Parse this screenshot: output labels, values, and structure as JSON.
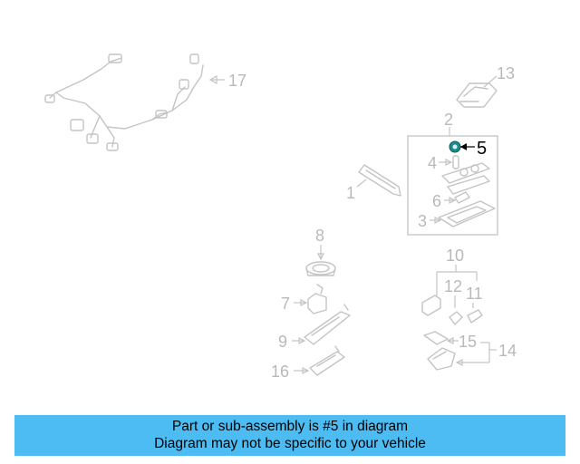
{
  "callouts": {
    "c1": "1",
    "c2": "2",
    "c3": "3",
    "c4": "4",
    "c5": "5",
    "c6": "6",
    "c7": "7",
    "c8": "8",
    "c9": "9",
    "c10": "10",
    "c11": "11",
    "c12": "12",
    "c13": "13",
    "c14": "14",
    "c15": "15",
    "c16": "16",
    "c17": "17"
  },
  "highlighted_part": "5",
  "colors": {
    "highlight": "#1f8a8a",
    "banner": "#4dbcf2",
    "lines": "#c4c4c4",
    "callout_text": "#b9b9b9"
  },
  "caption": {
    "line1": "Part or sub-assembly is #5 in diagram",
    "line2": "Diagram may not be specific to your vehicle"
  }
}
